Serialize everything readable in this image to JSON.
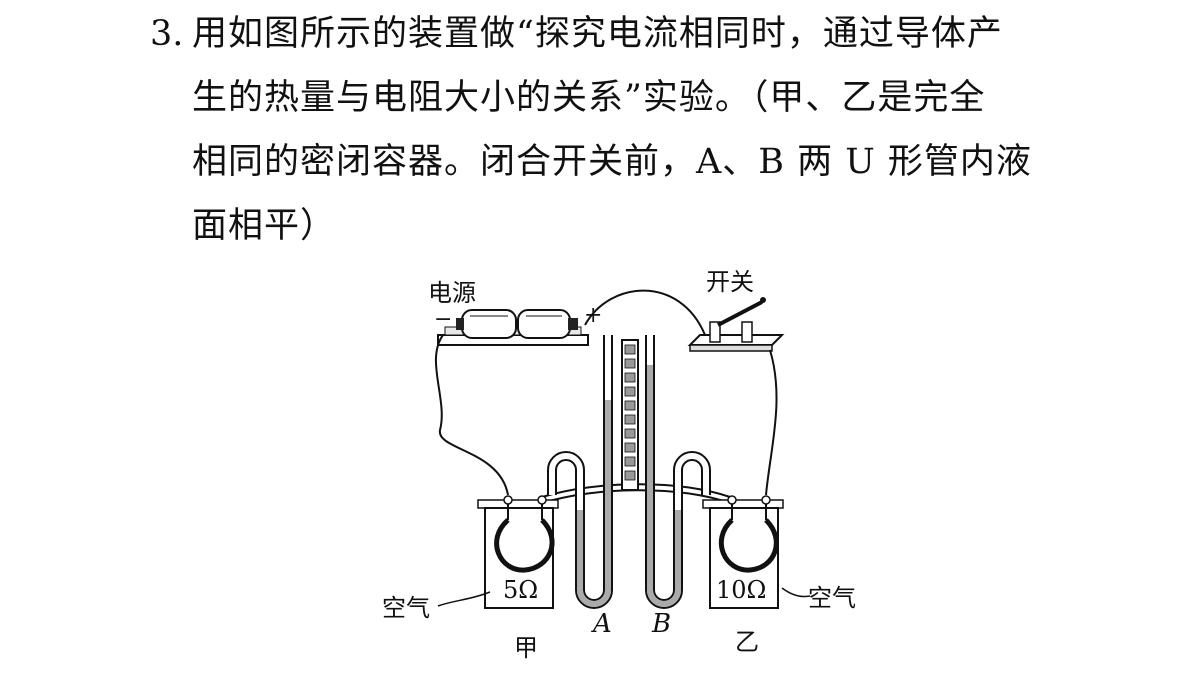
{
  "question": {
    "number": "3.",
    "lines": [
      "用如图所示的装置做“探究电流相同时，通过导体产",
      "生的热量与电阻大小的关系”实验。（甲、乙是完全",
      "相同的密闭容器。闭合开关前，A、B 两 U 形管内液",
      "面相平）"
    ]
  },
  "figure": {
    "power_label": "电源",
    "minus_sign": "−",
    "plus_sign": "+",
    "switch_label": "开关",
    "left_resistor": "5Ω",
    "right_resistor": "10Ω",
    "air_left": "空气",
    "air_right": "空气",
    "tube_a": "A",
    "tube_b": "B",
    "container_left": "甲",
    "container_right": "乙"
  }
}
